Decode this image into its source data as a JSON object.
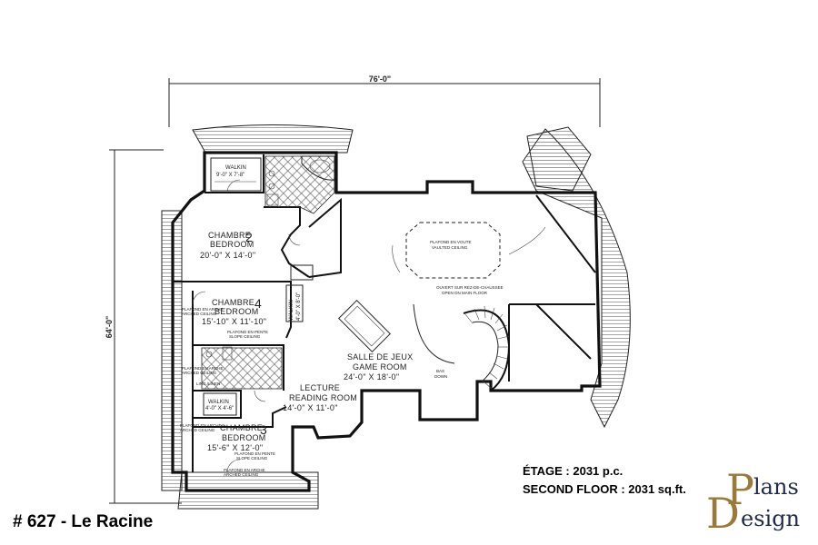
{
  "dimensions": {
    "width": "76'-0\"",
    "depth": "64'-0\""
  },
  "rooms": {
    "chambre2": {
      "fr": "CHAMBRE",
      "num": "2",
      "en": "BEDROOM",
      "size": "20'-0\" X 14'-0\""
    },
    "chambre4": {
      "fr": "CHAMBRE",
      "num": "4",
      "en": "BEDROOM",
      "size": "15'-10\" X 11'-10\""
    },
    "chambre3": {
      "fr": "CHAMBRE",
      "num": "3",
      "en": "BEDROOM",
      "size": "15'-6\" X 12'-0\""
    },
    "lecture": {
      "fr": "LECTURE",
      "en": "READING ROOM",
      "size": "14'-0\" X 11'-0\""
    },
    "salle": {
      "fr": "SALLE DE JEUX",
      "en": "GAME ROOM",
      "size": "24'-0\" X 18'-0\""
    },
    "walkin_top": {
      "name": "WALKIN",
      "size": "9'-0\" X 7'-8\""
    },
    "walkin_mid": {
      "name": "WALKIN",
      "size": "4'-0\" X 8'-0\""
    },
    "walkin_low": {
      "name": "WALKIN",
      "size": "4'-0\" X 4'-6\""
    }
  },
  "notes": {
    "plafond_voute_fr": "PLAFOND EN VOUTE",
    "plafond_voute_en": "VAULTED CEILING",
    "ouvert_fr": "OUVERT SUR REZ-DE-CHAUSSEE",
    "ouvert_en": "OPEN ON MAIN FLOOR",
    "arche_fr": "PLAFOND EN ARCHE",
    "arche_en": "ARCHED CEILING",
    "pente_fr": "PLAFOND EN PENTE",
    "pente_en": "SLOPE CEILING",
    "bas_fr": "BAS",
    "bas_en": "DOWN",
    "linen": "LING./LINEN"
  },
  "plan_number": "# 627 - Le Racine",
  "floor_area_fr": "ÉTAGE : 2031 p.c.",
  "floor_area_en": "SECOND FLOOR : 2031 sq.ft.",
  "logo": {
    "p": "P",
    "lans": "lans",
    "d": "D",
    "esign": "esign"
  }
}
